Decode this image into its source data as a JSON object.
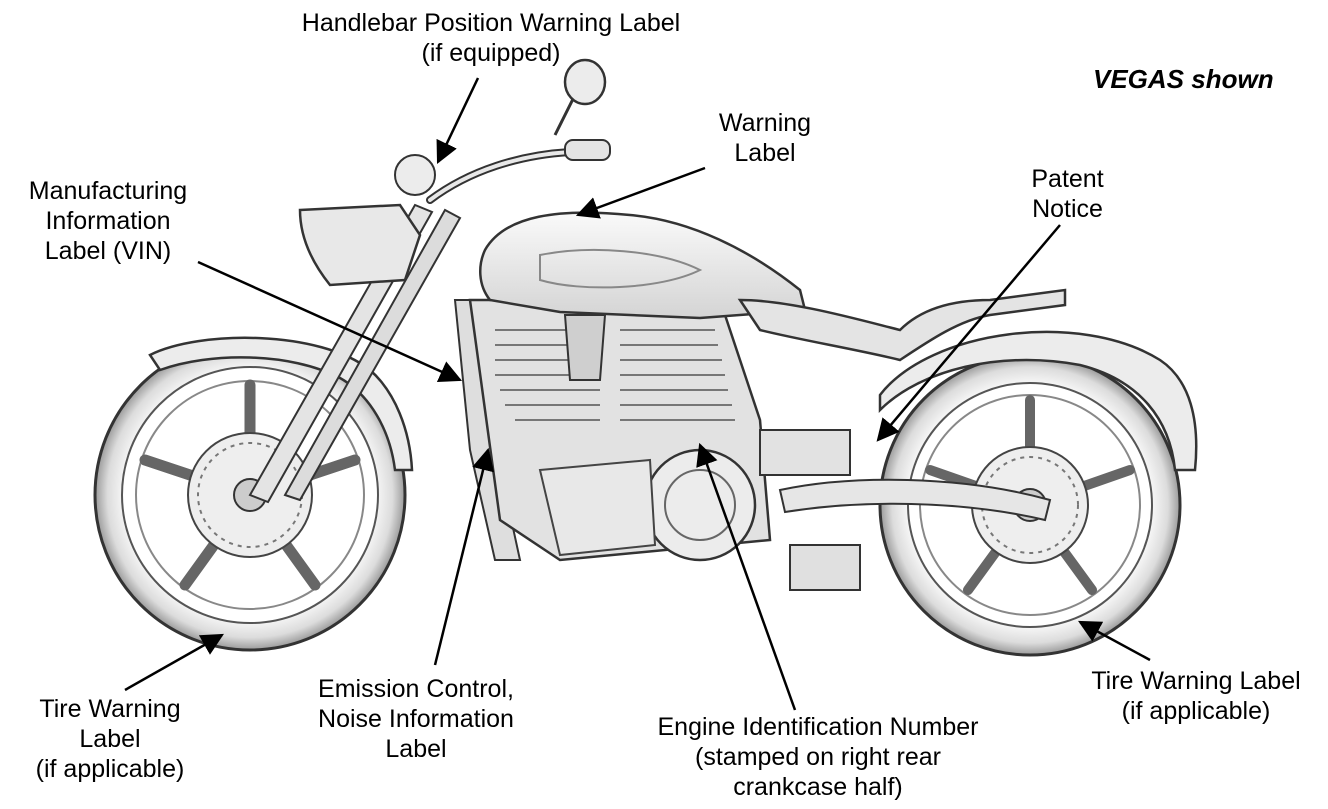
{
  "model_note": "VEGAS shown",
  "callouts": {
    "handlebar": [
      "Handlebar Position Warning Label",
      "(if equipped)"
    ],
    "warning": [
      "Warning",
      "Label"
    ],
    "manufacturing": [
      "Manufacturing",
      "Information",
      "Label (VIN)"
    ],
    "patent": [
      "Patent",
      "Notice"
    ],
    "tire_front": [
      "Tire Warning",
      "Label",
      "(if applicable)"
    ],
    "emission": [
      "Emission Control,",
      "Noise Information",
      "Label"
    ],
    "engine": [
      "Engine Identification Number",
      "(stamped on right rear",
      "crankcase half)"
    ],
    "tire_rear": [
      "Tire Warning Label",
      "(if applicable)"
    ]
  },
  "colors": {
    "ink": "#000000",
    "body_fill": "#e9e9e9",
    "line": "#333333",
    "shade": "#bdbdbd"
  }
}
